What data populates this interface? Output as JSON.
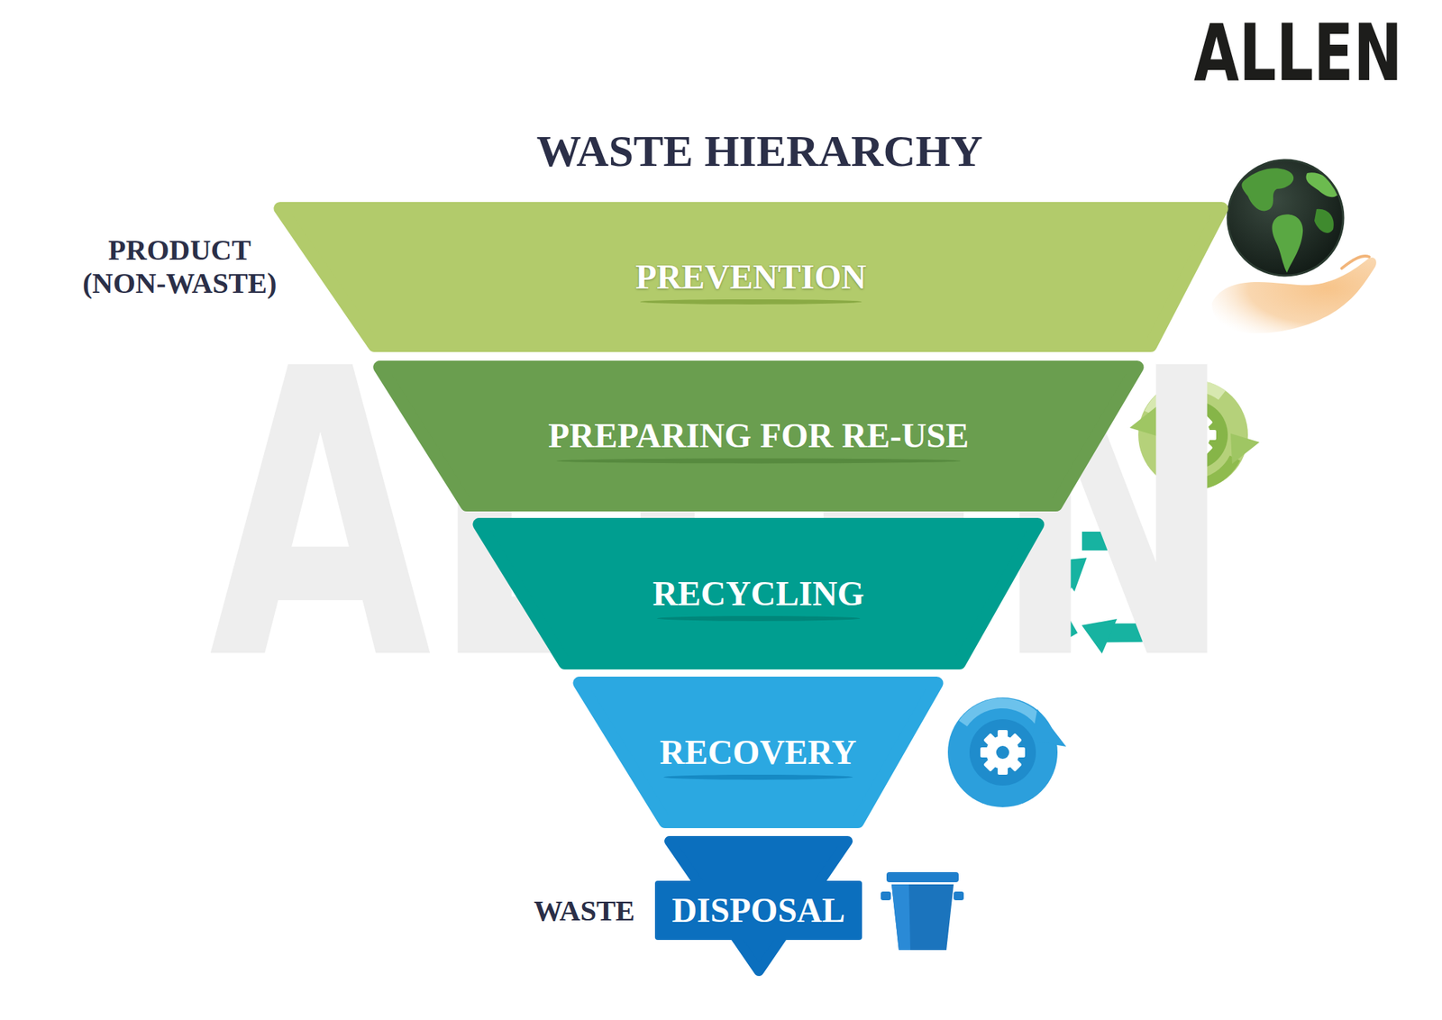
{
  "diagram": {
    "title": "WASTE HIERARCHY",
    "nodes": [
      {
        "text": [
          "PREVENTION"
        ]
      },
      {
        "text": [
          "PREPARING FOR RE-USE"
        ]
      },
      {
        "text": [
          "RECYCLING"
        ]
      },
      {
        "text": [
          "RECOVERY"
        ]
      },
      {
        "text": [
          "DISPOSAL"
        ]
      }
    ],
    "labels": [
      "ALLEN",
      "PRODUCT (NON-WASTE)",
      "WASTE",
      "ALLEN"
    ]
  }
}
